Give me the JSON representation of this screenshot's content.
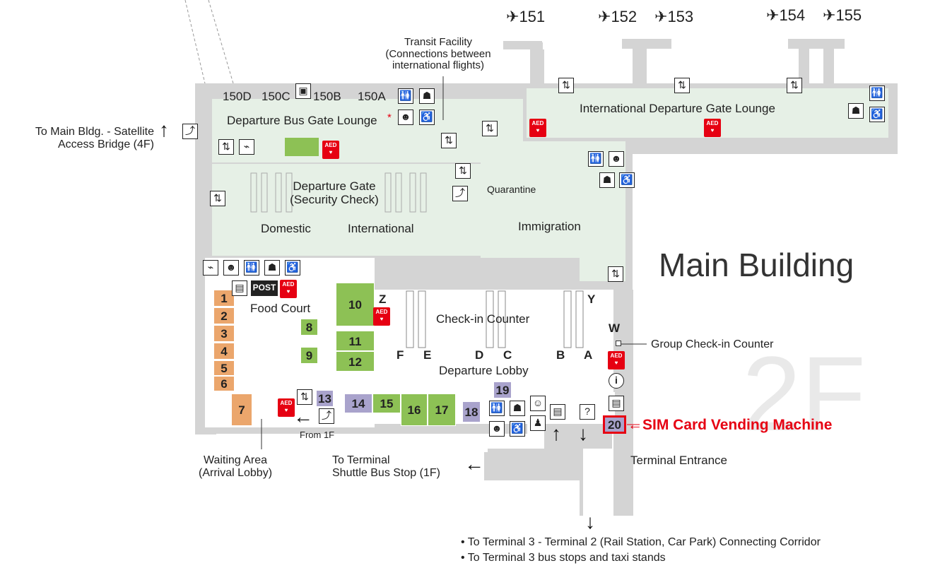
{
  "gates": [
    "151",
    "152",
    "153",
    "154",
    "155"
  ],
  "gate_icon": "airplane-icon",
  "bus_gates": [
    "150D",
    "150C",
    "150B",
    "150A"
  ],
  "areas": {
    "departure_bus_gate_lounge": "Departure Bus Gate Lounge",
    "international_departure_gate_lounge": "International Departure Gate Lounge",
    "transit_facility": [
      "Transit Facility",
      "(Connections between",
      "international flights)"
    ],
    "departure_gate": [
      "Departure Gate",
      "(Security Check)"
    ],
    "domestic": "Domestic",
    "international": "International",
    "quarantine": "Quarantine",
    "immigration": "Immigration",
    "main_building": "Main Building",
    "food_court": "Food Court",
    "check_in_counter": "Check-in Counter",
    "departure_lobby": "Departure Lobby",
    "floor": "2F",
    "group_check_in": "Group Check-in Counter",
    "terminal_entrance": "Terminal Entrance",
    "waiting_area": [
      "Waiting Area",
      "(Arrival Lobby)"
    ],
    "from_1f": "From 1F",
    "sim_card": "SIM Card Vending Machine"
  },
  "directions": {
    "satellite": [
      "To Main Bldg. - Satellite",
      "Access Bridge (4F)"
    ],
    "shuttle": [
      "To Terminal",
      "Shuttle Bus Stop (1F)"
    ],
    "corridor": [
      "To Terminal 3 - Terminal 2 (Rail Station, Car Park) Connecting Corridor",
      "To Terminal 3 bus stops and taxi stands"
    ]
  },
  "counters": [
    "Z",
    "Y",
    "W",
    "F",
    "E",
    "D",
    "C",
    "B",
    "A"
  ],
  "shops": {
    "orange": [
      "1",
      "2",
      "3",
      "4",
      "5",
      "6",
      "7"
    ],
    "green": [
      "8",
      "9",
      "10",
      "11",
      "12",
      "15",
      "16",
      "17"
    ],
    "lavender": [
      "13",
      "14",
      "18",
      "19"
    ],
    "highlight": "20"
  },
  "icon_labels": {
    "aed": "AED",
    "post": "POST",
    "info": "i"
  },
  "colors": {
    "zone_fill": "#e6f0e6",
    "building_gray": "#d4d4d4",
    "shop_orange": "#eba66c",
    "shop_green": "#8dc155",
    "shop_lavender": "#a9a3cc",
    "aed_red": "#e60012",
    "highlight_red": "#e60012"
  }
}
